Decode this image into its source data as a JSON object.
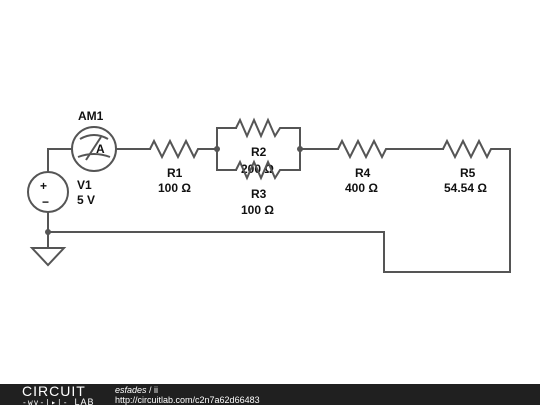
{
  "components": {
    "ammeter": {
      "name": "AM1",
      "symbol": "A"
    },
    "source": {
      "name": "V1",
      "value": "5 V",
      "plus": "+",
      "minus": "−"
    },
    "r1": {
      "name": "R1",
      "value": "100 Ω"
    },
    "r2": {
      "name": "R2",
      "value": "200 Ω"
    },
    "r3": {
      "name": "R3",
      "value": "100 Ω"
    },
    "r4": {
      "name": "R4",
      "value": "400 Ω"
    },
    "r5": {
      "name": "R5",
      "value": "54.54 Ω"
    }
  },
  "footer": {
    "logo_top": "CIRCUIT",
    "logo_bottom": "LAB",
    "author": "esfades",
    "separator": " / ",
    "title": "ii",
    "url": "http://circuitlab.com/c2n7a62d66483"
  }
}
